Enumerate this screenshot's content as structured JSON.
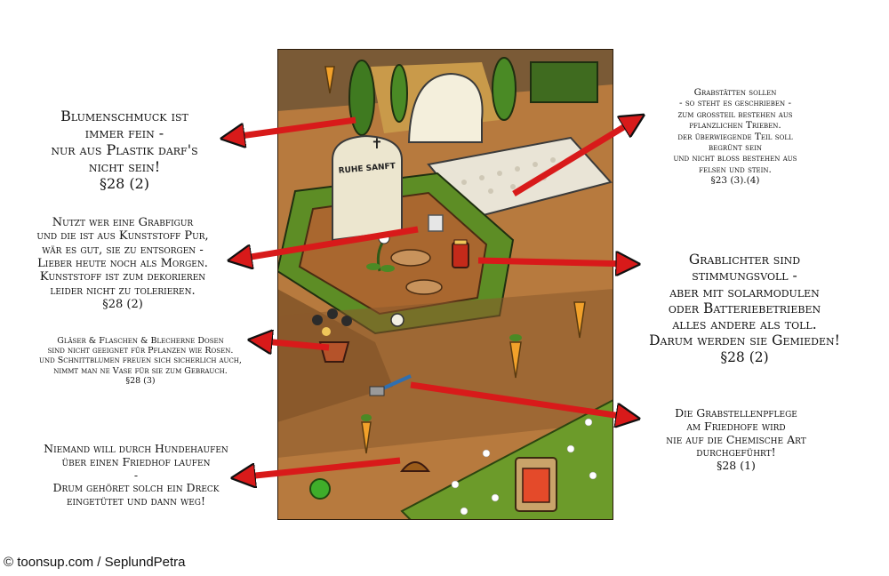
{
  "captions": {
    "c1": [
      "Blumenschmuck ist",
      "immer fein -",
      "nur aus Plastik darf's",
      "nicht sein!",
      "§28 (2)"
    ],
    "c2": [
      "Nutzt wer eine Grabfigur",
      "und die ist aus Kunststoff Pur,",
      "wär es gut, sie zu entsorgen -",
      "Lieber heute noch als Morgen.",
      "Kunststoff ist zum dekorieren",
      "leider nicht zu tolerieren.",
      "§28 (2)"
    ],
    "c3": [
      "Gläser & Flaschen & Blecherne Dosen",
      "sind nicht geeignet für Pflanzen wie Rosen.",
      "und Schnittblumen freuen sich sicherlich auch,",
      "nimmt man ne Vase für sie zum Gebrauch.",
      "§28 (3)"
    ],
    "c4": [
      "Niemand will durch Hundehaufen",
      "über einen Friedhof laufen",
      "-",
      "Drum gehöret solch ein Dreck",
      "eingetütet und dann weg!"
    ],
    "c5": [
      "Grabstätten sollen",
      "- so steht es geschrieben -",
      "zum grossteil bestehen aus",
      "pflanzlichen Trieben.",
      "der überwiegende Teil soll",
      "begrünt sein",
      "und nicht bloss bestehen aus",
      "felsen und stein.",
      "§23 (3).(4)"
    ],
    "c6": [
      "Grablichter sind",
      "stimmungsvoll -",
      "aber mit solarmodulen",
      "oder Batteriebetrieben",
      "alles andere als toll.",
      "Darum werden sie Gemieden!",
      "§28 (2)"
    ],
    "c7": [
      "Die Grabstellenpflege",
      "am Friedhofe wird",
      "nie auf die Chemische Art",
      "durchgeführt!",
      "§28 (1)"
    ]
  },
  "tombstone_text": "RUHE SANFT",
  "credit": "© toonsup.com / SeplundPetra",
  "colors": {
    "arrow": "#d81a1a",
    "grass": "#6c9b2a",
    "earth": "#b77a3e",
    "path": "#8a5a2b",
    "stone": "#ece6cf"
  }
}
